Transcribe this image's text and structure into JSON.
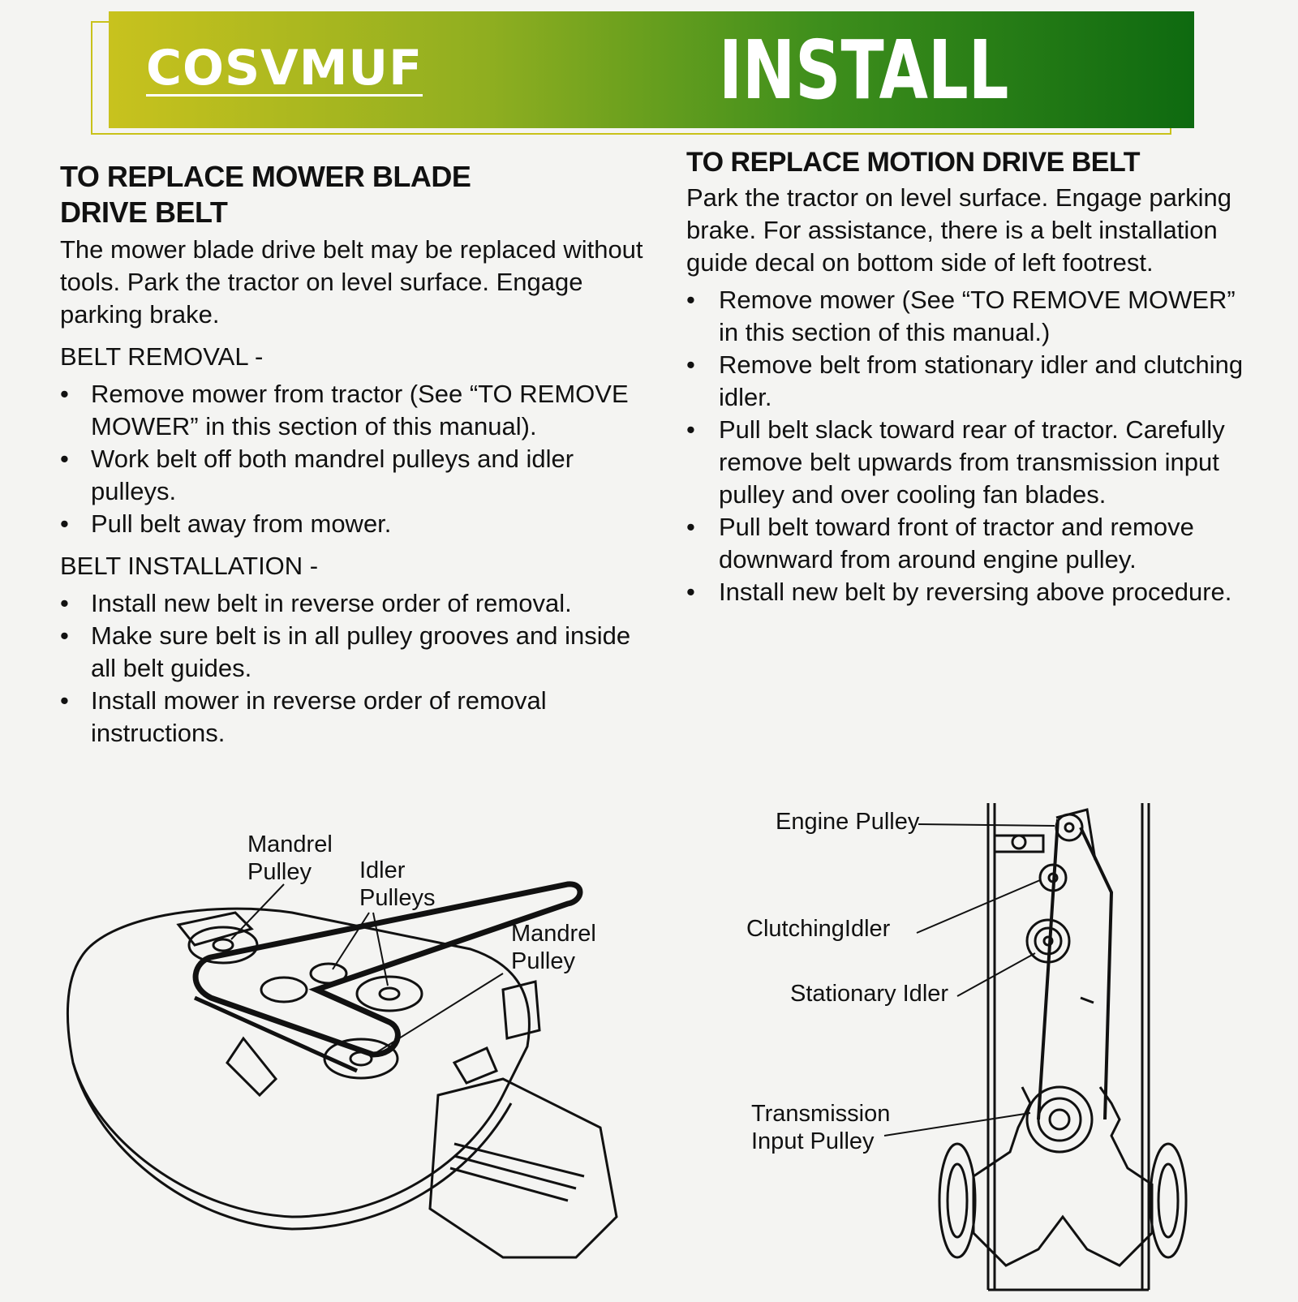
{
  "header": {
    "brand": "COSVMUF",
    "title": "INSTALL"
  },
  "left": {
    "heading_line1": "TO REPLACE MOWER BLADE",
    "heading_line2": "DRIVE BELT",
    "intro": "The mower blade drive belt may be replaced without tools.  Park the tractor on level surface.  Engage parking brake.",
    "removal_title": "BELT REMOVAL -",
    "removal_items": [
      "Remove mower from tractor (See “TO REMOVE MOWER” in this section of this manual).",
      "Work belt off both mandrel pulleys and idler pulleys.",
      "Pull belt away from mower."
    ],
    "install_title": "BELT INSTALLATION -",
    "install_items": [
      "Install new belt in reverse order of removal.",
      "Make sure belt is in all pulley grooves and inside all belt guides.",
      "Install mower in reverse order of removal instructions."
    ],
    "figure": {
      "mandrel_pulley_1_a": "Mandrel",
      "mandrel_pulley_1_b": "Pulley",
      "idler_pulleys_a": "Idler",
      "idler_pulleys_b": "Pulleys",
      "mandrel_pulley_2_a": "Mandrel",
      "mandrel_pulley_2_b": "Pulley"
    }
  },
  "right": {
    "heading": "TO REPLACE MOTION DRIVE BELT",
    "intro": "Park the tractor on level surface.  Engage parking brake.  For assistance, there is a belt installation guide decal on bottom side of left footrest.",
    "items": [
      "Remove mower (See “TO REMOVE MOWER” in this section of this manual.)",
      "Remove belt from stationary idler and clutching idler.",
      "Pull belt slack toward rear of tractor. Carefully remove belt upwards from transmission input pulley and over cooling fan blades.",
      "Pull belt toward front of tractor and remove downward from around engine pulley.",
      "Install new belt by reversing above procedure."
    ],
    "figure": {
      "engine_pulley": "Engine Pulley",
      "clutching_idler": "ClutchingIdler",
      "stationary_idler": "Stationary Idler",
      "transmission_a": "Transmission",
      "transmission_b": "Input Pulley"
    }
  },
  "colors": {
    "banner_start": "#c8c21e",
    "banner_end": "#0e6a10",
    "text": "#111111"
  }
}
